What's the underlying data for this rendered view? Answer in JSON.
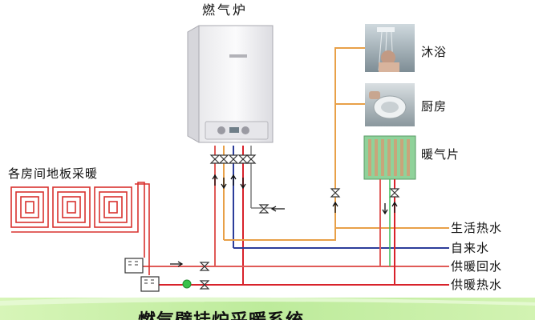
{
  "boiler": {
    "label": "燃气炉"
  },
  "floor_heating": {
    "label": "各房间地板采暖"
  },
  "fixtures": [
    {
      "label": "沐浴",
      "icon": "shower-photo"
    },
    {
      "label": "厨房",
      "icon": "kitchen-sink-photo"
    },
    {
      "label": "暖气片",
      "icon": "radiator"
    }
  ],
  "pipes": [
    {
      "label": "生活热水",
      "color": "#e8a048"
    },
    {
      "label": "自来水",
      "color": "#2c3d9a"
    },
    {
      "label": "供暖回水",
      "color": "#e05a57"
    },
    {
      "label": "供暖热水",
      "color": "#d8222b"
    }
  ],
  "footer": {
    "title": "燃气壁挂炉采暖系统",
    "band_color": "#c7f0a8"
  }
}
